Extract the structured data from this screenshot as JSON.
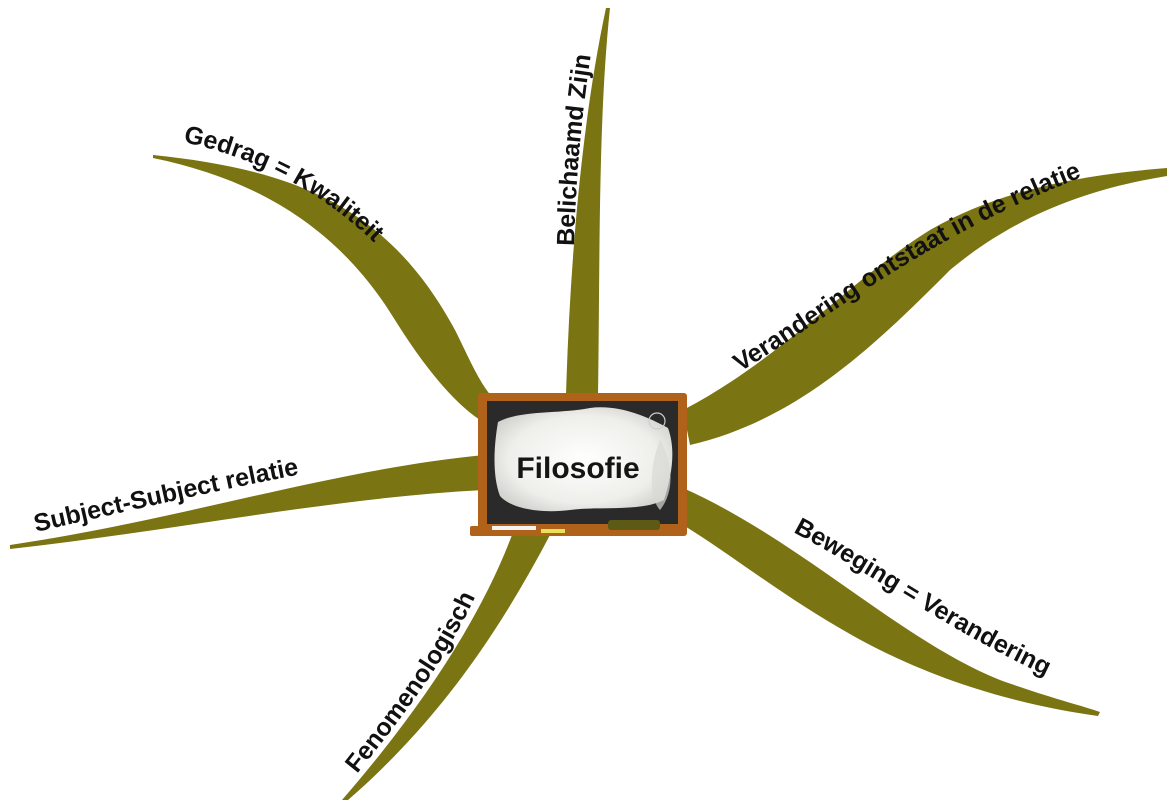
{
  "diagram": {
    "type": "mind-map",
    "center": {
      "label": "Filosofie"
    },
    "branch_color": "#7a7412",
    "board": {
      "frame_color": "#b0611a",
      "slate_color": "#2a2a2a",
      "chalk_color": "#f2f2f0"
    },
    "branches": [
      {
        "id": "belichaamd",
        "label": "Belichaamd Zijn"
      },
      {
        "id": "gedrag",
        "label": "Gedrag = Kwaliteit"
      },
      {
        "id": "verandering-relatie",
        "label": "Verandering ontstaat in de relatie"
      },
      {
        "id": "subject",
        "label": "Subject-Subject relatie"
      },
      {
        "id": "fenomenologisch",
        "label": "Fenomenologisch"
      },
      {
        "id": "beweging",
        "label": "Beweging = Verandering"
      }
    ]
  }
}
